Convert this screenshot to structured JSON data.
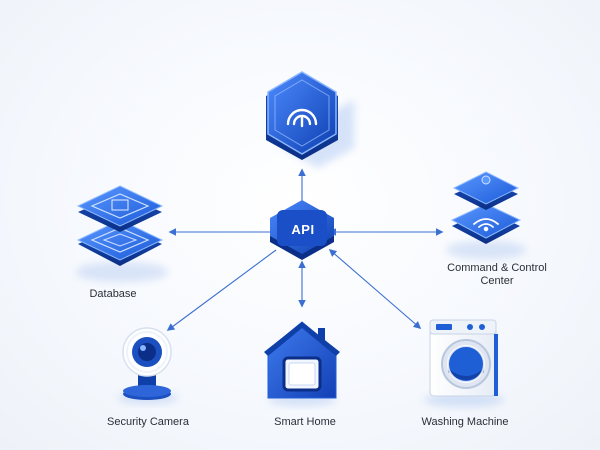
{
  "center": {
    "label": "API"
  },
  "nodes": {
    "database": {
      "label": "Database"
    },
    "command_center": {
      "label": "Command & Control Center"
    },
    "security_camera": {
      "label": "Security Camera"
    },
    "smart_home": {
      "label": "Smart Home"
    },
    "washing_machine": {
      "label": "Washing Machine"
    }
  },
  "colors": {
    "primary_blue": "#1f5fd6",
    "dark_blue": "#0f3fa8",
    "light_blue": "#6fa8ff",
    "connector": "#3b6fd1"
  }
}
